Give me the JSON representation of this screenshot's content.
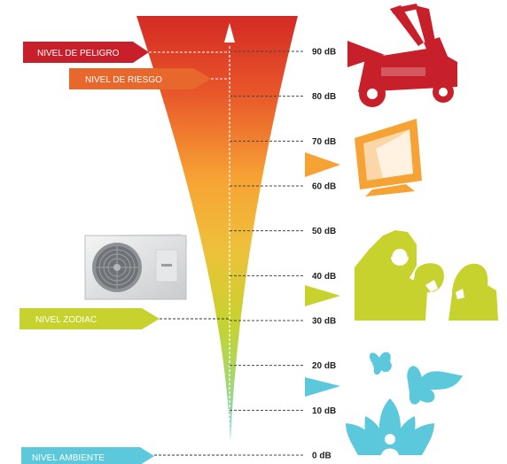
{
  "levels": {
    "peligro": "NIVEL DE PELIGRO",
    "riesgo": "NIVEL DE RIESGO",
    "zodiac": "NIVEL ZODIAC",
    "ambiente": "NIVEL AMBIENTE"
  },
  "scale": [
    {
      "label": "90 dB",
      "value": 90
    },
    {
      "label": "80 dB",
      "value": 80
    },
    {
      "label": "70 dB",
      "value": 70
    },
    {
      "label": "60 dB",
      "value": 60
    },
    {
      "label": "50 dB",
      "value": 50
    },
    {
      "label": "40 dB",
      "value": 40
    },
    {
      "label": "30 dB",
      "value": 30
    },
    {
      "label": "20 dB",
      "value": 20
    },
    {
      "label": "10 dB",
      "value": 10
    },
    {
      "label": "0 dB",
      "value": 0
    }
  ],
  "colors": {
    "peligro": "#c8202a",
    "riesgo": "#e8672c",
    "orange": "#f7a234",
    "green": "#c8d22e",
    "cyan": "#5bc8dc"
  },
  "icons": [
    "lawnmower-icon",
    "television-icon",
    "heat-pump-image",
    "people-talking-icon",
    "butterflies-icon",
    "lotus-flower-icon"
  ]
}
